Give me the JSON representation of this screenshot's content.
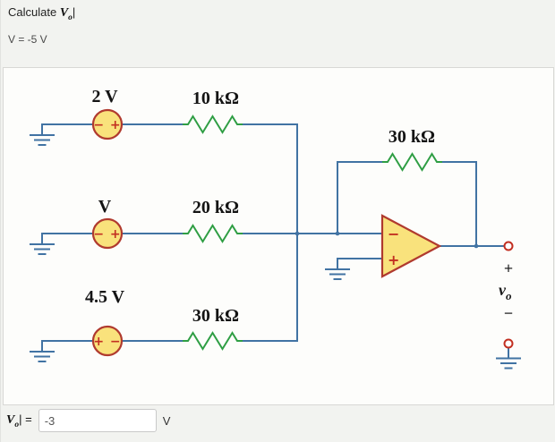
{
  "header": {
    "title_prefix": "Calculate ",
    "var": "V",
    "var_sub": "o",
    "cursor": "|",
    "given": "V = -5 V"
  },
  "circuit": {
    "source_labels": [
      "2 V",
      "V",
      "4.5 V"
    ],
    "source_polarities": [
      "− +",
      "− +",
      "+ −"
    ],
    "resistor_labels": [
      "10 kΩ",
      "20 kΩ",
      "30 kΩ"
    ],
    "feedback_resistor_label": "30 kΩ",
    "opamp_minus": "−",
    "opamp_plus": "+",
    "output_plus": "+",
    "output_var": "v",
    "output_var_sub": "o",
    "output_minus": "−",
    "colors": {
      "wire": "#4173a3",
      "resistor": "#2f9e44",
      "component_fill": "#f9e27c",
      "component_stroke": "#b03a2e",
      "mark": "#c22f21"
    }
  },
  "answer": {
    "var": "V",
    "var_sub": "o",
    "bar": "|",
    "equals": "=",
    "value": "-3",
    "unit": "V"
  }
}
